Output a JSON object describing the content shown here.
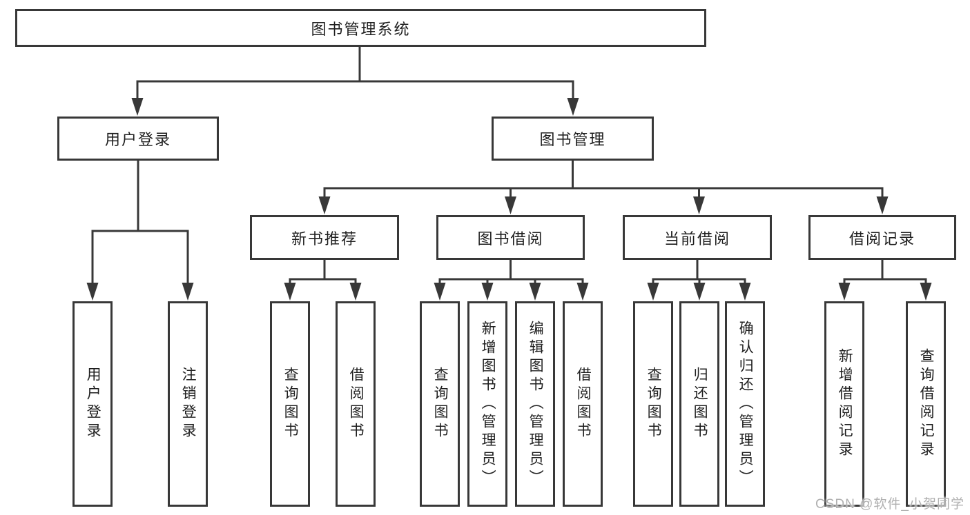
{
  "diagram": {
    "colors": {
      "line": "#383838",
      "text": "#1f1f1f",
      "background": "#ffffff",
      "watermark": "#b0b0b0"
    },
    "root": {
      "label": "图书管理系统"
    },
    "user_branch": {
      "label": "用户登录",
      "children": [
        {
          "label": "用户登录"
        },
        {
          "label": "注销登录"
        }
      ]
    },
    "management_branch": {
      "label": "图书管理",
      "sections": [
        {
          "label": "新书推荐",
          "children": [
            {
              "label": "查询图书"
            },
            {
              "label": "借阅图书"
            }
          ]
        },
        {
          "label": "图书借阅",
          "children": [
            {
              "label": "查询图书"
            },
            {
              "label": "新增图书（管理员）"
            },
            {
              "label": "编辑图书（管理员）"
            },
            {
              "label": "借阅图书"
            }
          ]
        },
        {
          "label": "当前借阅",
          "children": [
            {
              "label": "查询图书"
            },
            {
              "label": "归还图书"
            },
            {
              "label": "确认归还（管理员）"
            }
          ]
        },
        {
          "label": "借阅记录",
          "children": [
            {
              "label": "新增借阅记录"
            },
            {
              "label": "查询借阅记录"
            }
          ]
        }
      ]
    },
    "watermark": "CSDN @软件_小贺同学"
  }
}
